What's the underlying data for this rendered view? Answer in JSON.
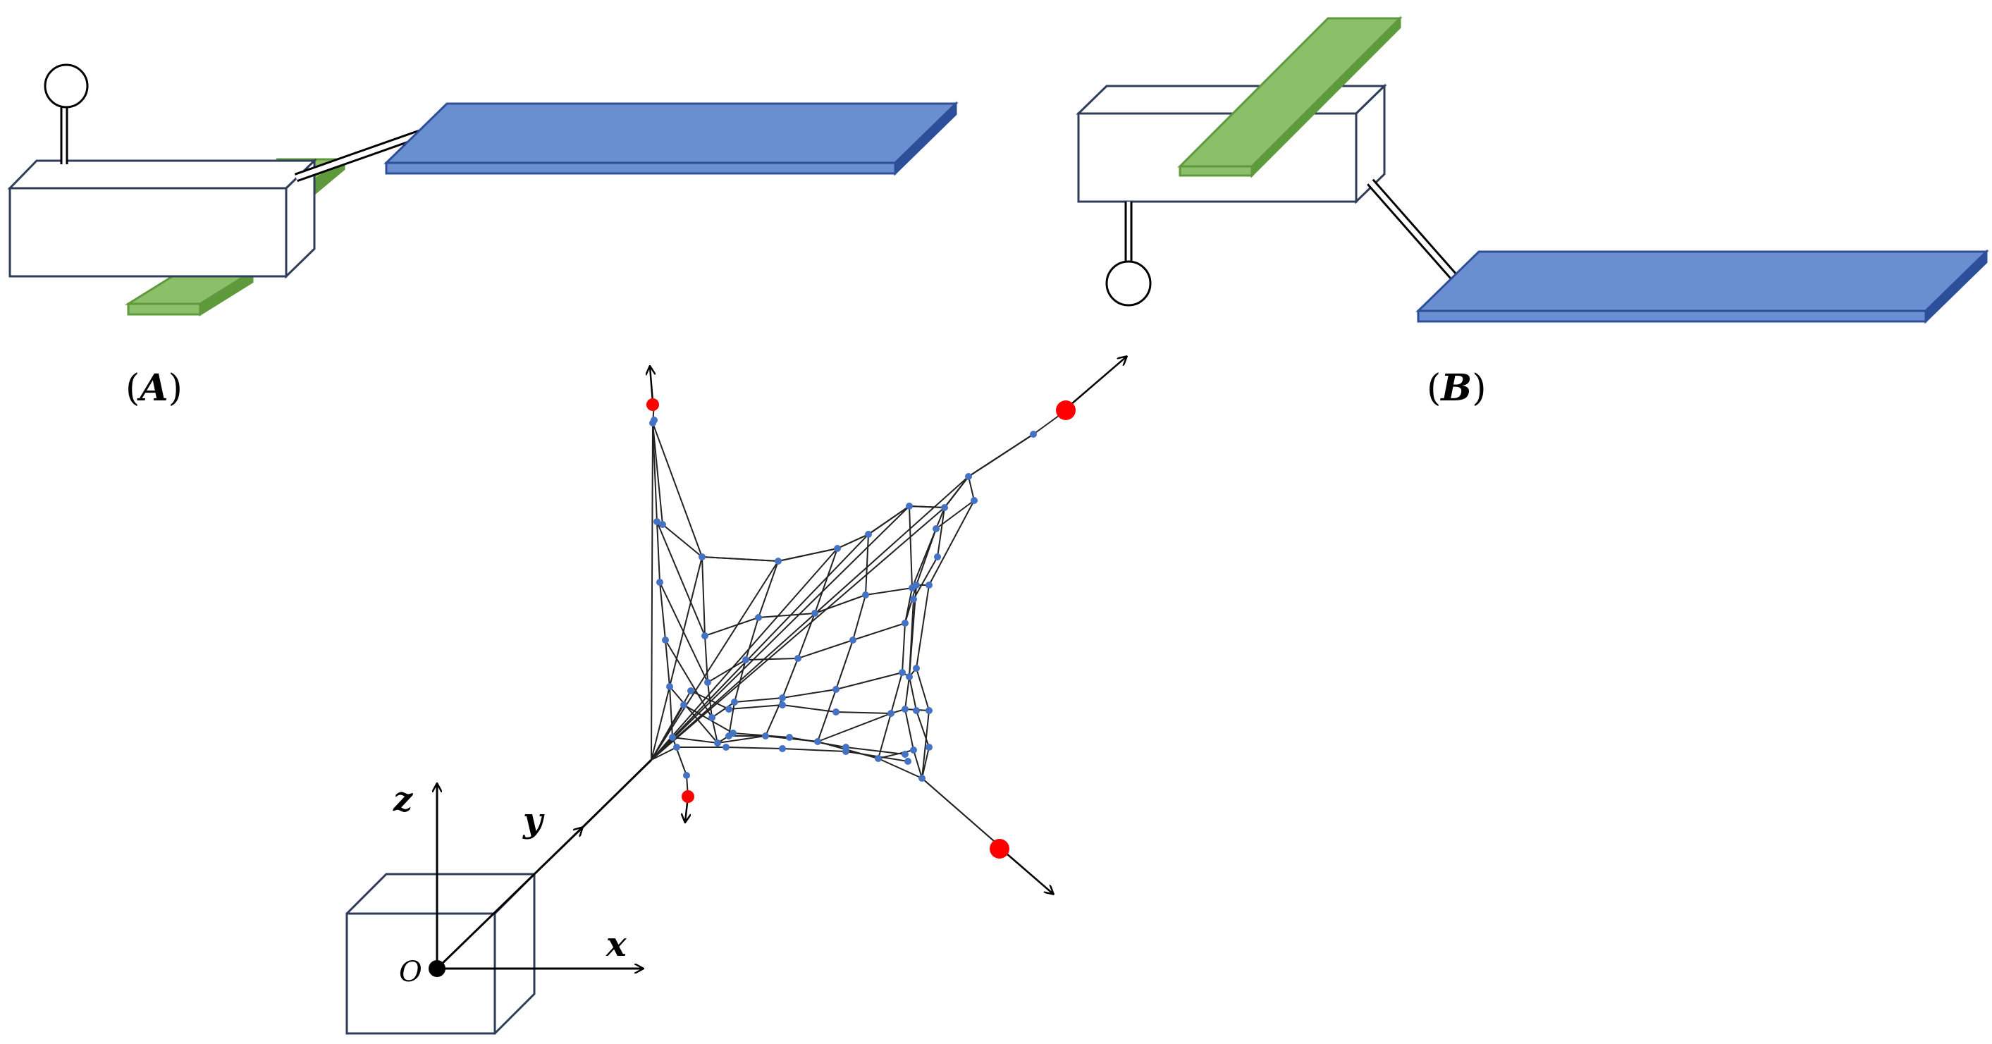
{
  "panels": {
    "a": {
      "open": "(",
      "letter": "A",
      "close": ")"
    },
    "b": {
      "open": "(",
      "letter": "B",
      "close": ")"
    }
  },
  "axes": {
    "x_label": "x",
    "y_label": "y",
    "z_label": "z",
    "origin_label": "O"
  },
  "colors": {
    "outline": "#2f3d5a",
    "box_fill": "#ffffff",
    "green_top": "#8cbf6a",
    "green_side": "#5e9a3c",
    "blue_top": "#6a8fd0",
    "blue_side": "#2d4f9a",
    "node": "#4472c4",
    "corner": "#ff0000",
    "web_line": "#222222",
    "arrow": "#000000"
  }
}
